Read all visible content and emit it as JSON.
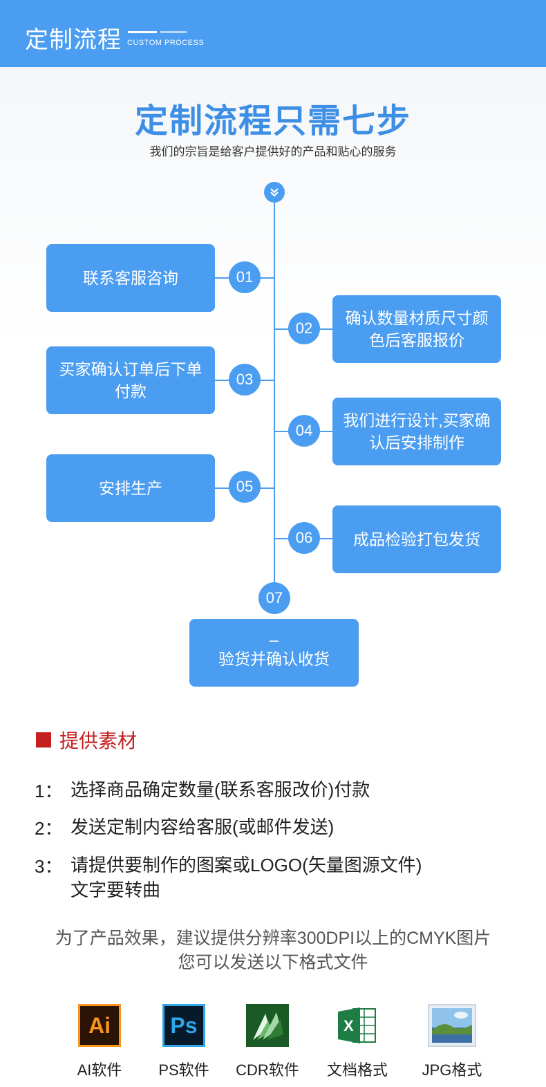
{
  "header": {
    "title": "定制流程",
    "subtitle": "CUSTOM PROCESS"
  },
  "hero": {
    "title": "定制流程只需七步",
    "subtitle": "我们的宗旨是给客户提供好的产品和贴心的服务",
    "top_icon": "chevron-double-down-icon"
  },
  "steps": [
    {
      "num": "01",
      "text": "联系客服咨询"
    },
    {
      "num": "02",
      "text": "确认数量材质尺寸颜色后客服报价"
    },
    {
      "num": "03",
      "text": "买家确认订单后下单付款"
    },
    {
      "num": "04",
      "text": "我们进行设计,买家确认后安排制作"
    },
    {
      "num": "05",
      "text": "安排生产"
    },
    {
      "num": "06",
      "text": "成品检验打包发货"
    },
    {
      "num": "07",
      "dash": "–",
      "text": "验货并确认收货"
    }
  ],
  "materials": {
    "title": "提供素材",
    "items": [
      {
        "num": "1：",
        "line1": "选择商品确定数量(联系客服改价)付款"
      },
      {
        "num": "2：",
        "line1": "发送定制内容给客服(或邮件发送)"
      },
      {
        "num": "3：",
        "line1": "请提供要制作的图案或LOGO(矢量图源文件)",
        "line2": "文字要转曲"
      }
    ],
    "note_line1": "为了产品效果，建议提供分辨率300DPI以上的CMYK图片",
    "note_line2": "您可以发送以下格式文件"
  },
  "formats": [
    {
      "icon": "illustrator-icon",
      "glyph": "Ai",
      "label": "AI软件",
      "color": "#f7941d",
      "bg": "#2b1404"
    },
    {
      "icon": "photoshop-icon",
      "glyph": "Ps",
      "label": "PS软件",
      "color": "#2fa6e8",
      "bg": "#061a2b"
    },
    {
      "icon": "coreldraw-icon",
      "glyph": "",
      "label": "CDR软件",
      "color": "#2c9a3d",
      "bg": "#1a5a25"
    },
    {
      "icon": "excel-icon",
      "glyph": "X",
      "label": "文档格式",
      "color": "#1e7d45",
      "bg": "#1e7d45"
    },
    {
      "icon": "jpg-image-icon",
      "glyph": "",
      "label": "JPG格式",
      "color": "#4a9ad8",
      "bg": "#e8eef5"
    }
  ]
}
